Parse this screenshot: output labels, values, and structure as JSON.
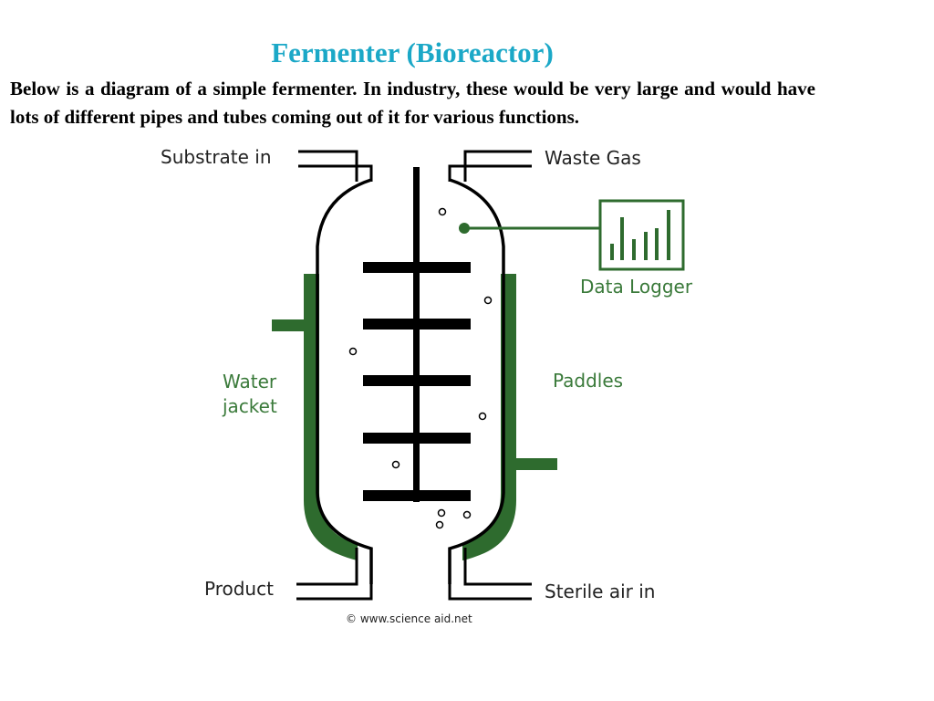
{
  "title": "Fermenter (Bioreactor)",
  "intro": "Below is a diagram of a simple fermenter. In industry, these would be very large and would have lots of different pipes and tubes coming out of it for various functions.",
  "labels": {
    "substrate_in": "Substrate in",
    "waste_gas": "Waste Gas",
    "data_logger": "Data Logger",
    "water_jacket_line1": "Water",
    "water_jacket_line2": "jacket",
    "paddles": "Paddles",
    "product": "Product",
    "sterile_air_in": "Sterile air in"
  },
  "credit": "© www.science aid.net",
  "colors": {
    "title": "#1ba8c7",
    "jacket": "#2e6b2e",
    "label_green": "#3a7a3a",
    "vessel": "#000000"
  }
}
